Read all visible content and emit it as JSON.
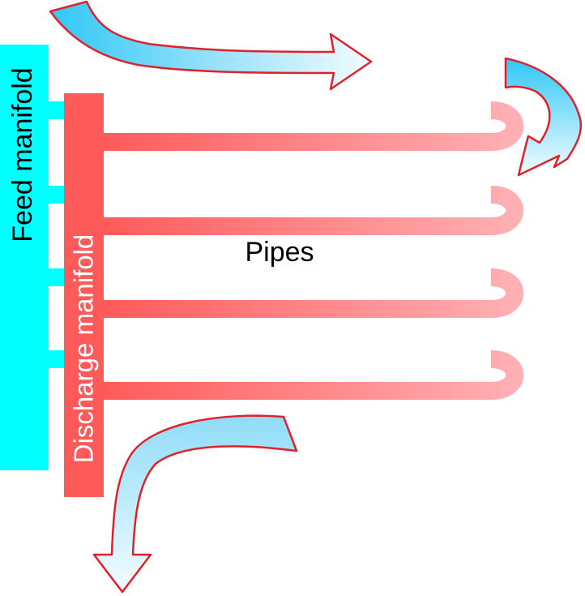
{
  "labels": {
    "feed_manifold": "Feed manifold",
    "discharge_manifold": "Discharge manifold",
    "pipes": "Pipes"
  },
  "colors": {
    "feed": "#00ffff",
    "cold_pipe": "#4fe3e3",
    "discharge": "#ff5a5a",
    "hot_pipe_light": "#ffb3b8",
    "flow_arrow_fill_start": "#2fc8f5",
    "flow_arrow_fill_end": "#f3fcff",
    "flow_arrow_stroke": "#e0212b",
    "background": "#ffffff"
  }
}
